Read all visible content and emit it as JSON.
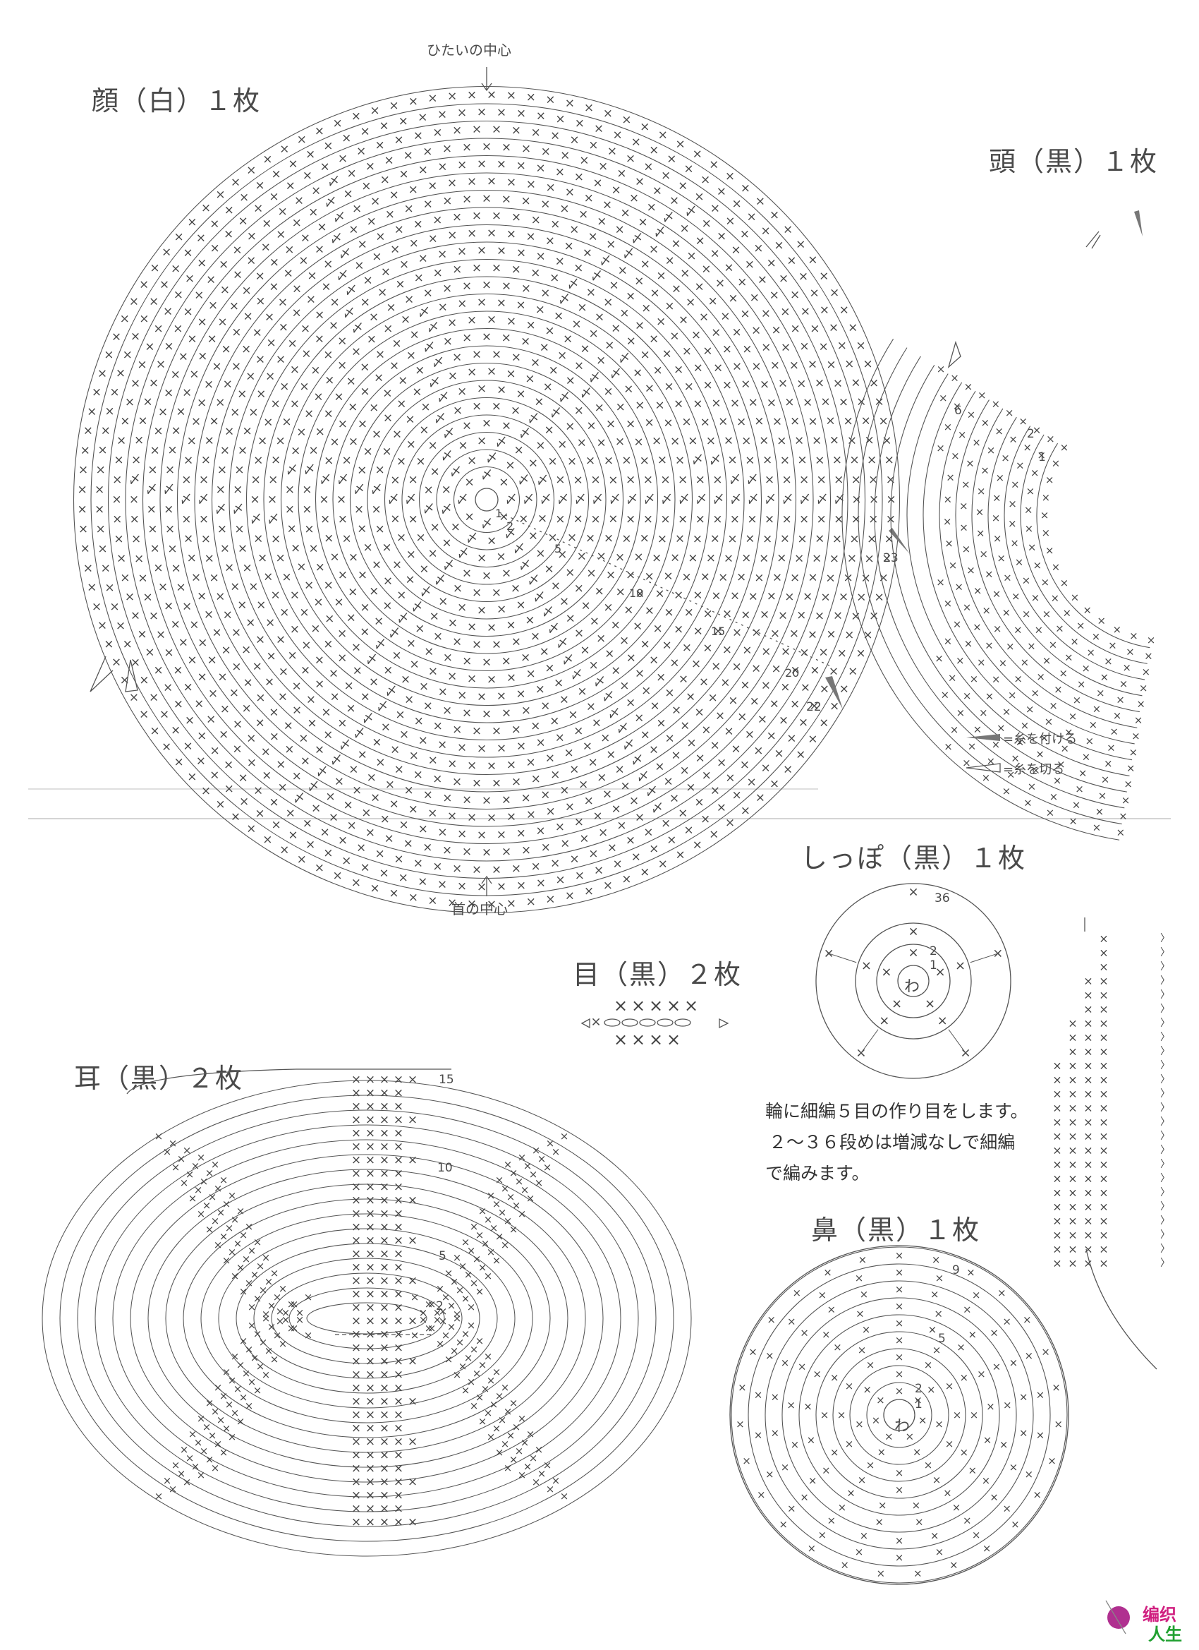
{
  "face": {
    "title": "顔（白）１枚",
    "top_label": "ひたいの中心",
    "bottom_label": "首の中心",
    "row_numbers": [
      "1",
      "2",
      "5",
      "10",
      "15",
      "20",
      "22",
      "23"
    ]
  },
  "head": {
    "title": "頭（黒）１枚",
    "row_numbers": [
      "6",
      "2",
      "1"
    ]
  },
  "legend": {
    "attach": "=糸を付ける",
    "cut": "=糸を切る"
  },
  "tail": {
    "title": "しっぽ（黒）１枚",
    "ring": "わ",
    "row_numbers": [
      "1",
      "2",
      "36"
    ],
    "instructions": [
      "輪に細編５目の作り目をします。",
      "２～３６段めは増減なしで細編",
      "で編みます。"
    ]
  },
  "eye": {
    "title": "目（黒）２枚"
  },
  "ear": {
    "title": "耳（黒）２枚",
    "row_numbers": [
      "2",
      "5",
      "10",
      "15"
    ]
  },
  "nose": {
    "title": "鼻（黒）１枚",
    "ring": "わ",
    "row_numbers": [
      "1",
      "2",
      "5",
      "9"
    ]
  },
  "watermark": {
    "line1": "编织",
    "line2": "人生"
  }
}
